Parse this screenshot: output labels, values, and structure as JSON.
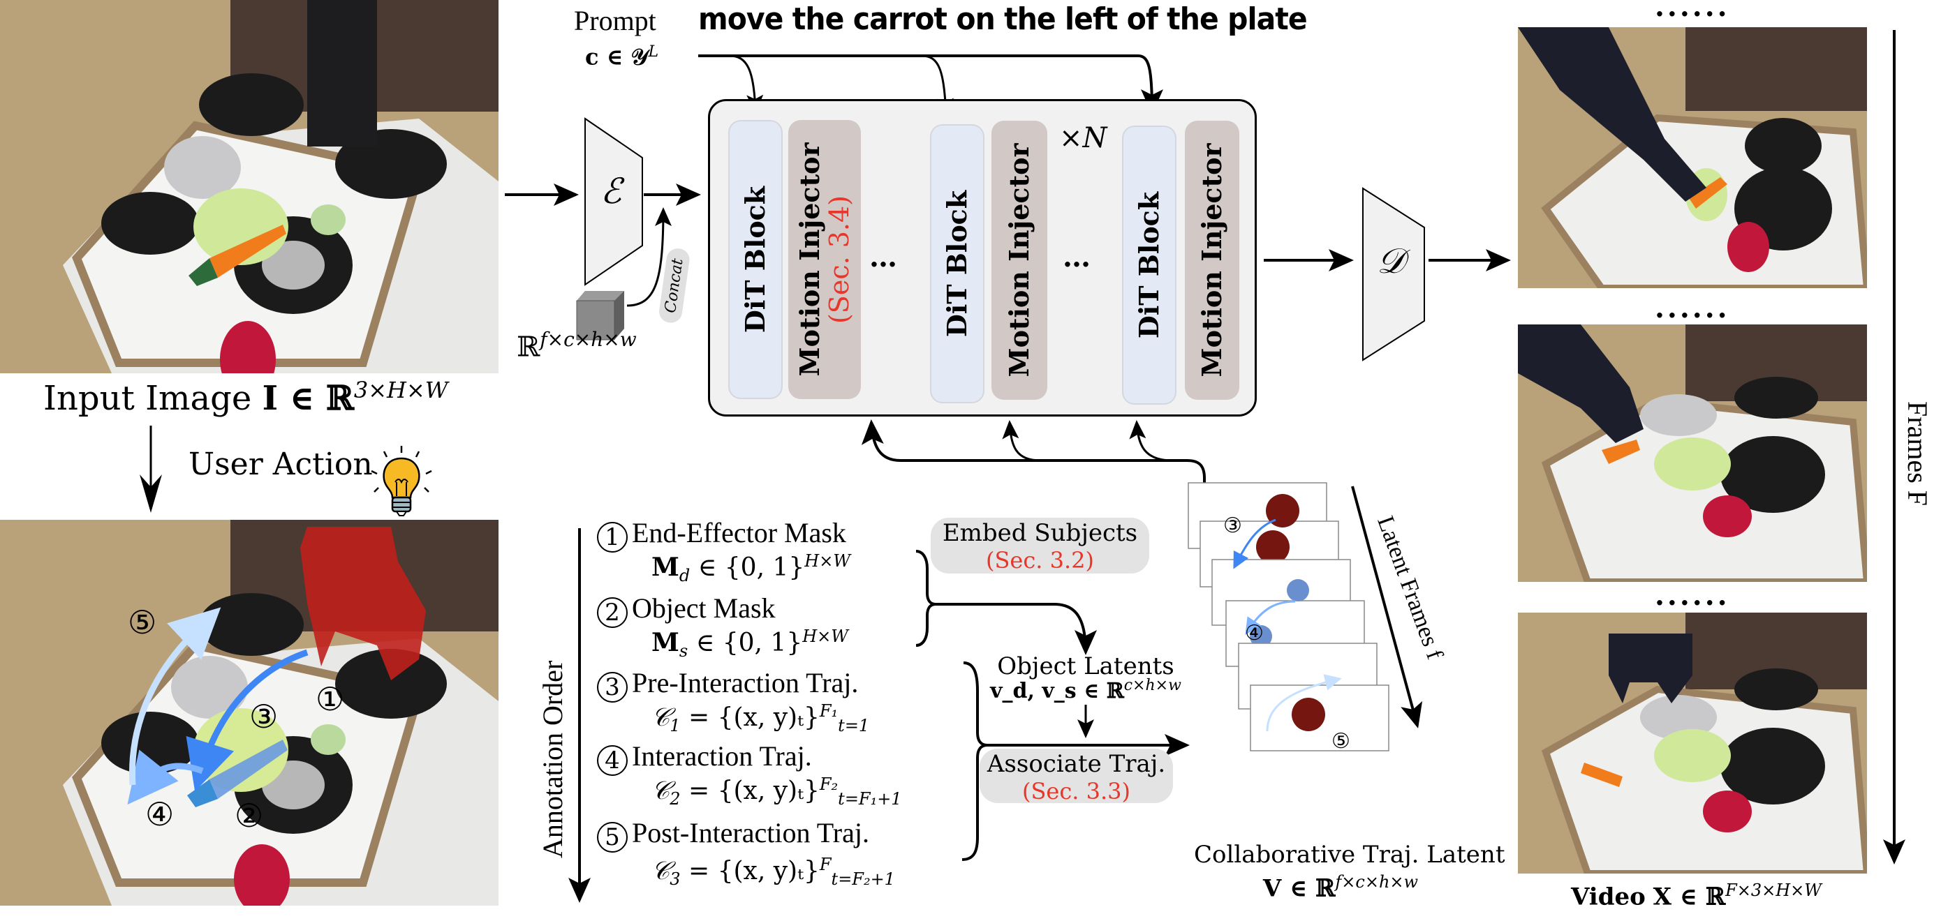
{
  "figure": {
    "input_image": {
      "label": "Input Image",
      "symbol": "I ∈ ℝ",
      "dims": "3×H×W"
    },
    "user_action": {
      "label": "User Action",
      "icon": "lightbulb-icon",
      "bulb_color": "#f7b924"
    },
    "annotated_image": {
      "markers": [
        "①",
        "②",
        "③",
        "④",
        "⑤"
      ],
      "end_effector_mask_color": "#c0201c",
      "object_mask_color": "#6a9be0",
      "traj_colors": {
        "pre_interaction": "#3f86f5",
        "interaction": "#7db3ff",
        "post_interaction": "#c6e0ff"
      }
    },
    "prompt": {
      "label": "Prompt",
      "symbol": "c ∈ 𝒴",
      "symbol_sup": "L",
      "text": "move the carrot on the left of the plate"
    },
    "encoder": {
      "symbol": "ℰ"
    },
    "decoder": {
      "symbol": "𝒟"
    },
    "noise": {
      "symbol": "ℝ",
      "dims": "f×c×h×w",
      "concat_label": "Concat"
    },
    "backbone": {
      "repeat": "×N",
      "ellipsis": "…",
      "blocks": [
        {
          "dit": "DiT Block",
          "injector": "Motion Injector",
          "ref": "(Sec. 3.4)"
        },
        {
          "dit": "DiT Block",
          "injector": "Motion Injector",
          "ref": ""
        },
        {
          "dit": "DiT Block",
          "injector": "Motion Injector",
          "ref": ""
        }
      ],
      "colors": {
        "box": "#f1f1f1",
        "dit": "#e3e9f5",
        "injector": "#d2c9c7",
        "ref": "#e8372a"
      }
    },
    "annotation_order": {
      "label": "Annotation Order",
      "items": [
        {
          "num": "1",
          "title": "End-Effector Mask",
          "math": "M",
          "sub": "d",
          "rest": " ∈ {0, 1}",
          "sup": "H×W"
        },
        {
          "num": "2",
          "title": "Object Mask",
          "math": "M",
          "sub": "s",
          "rest": " ∈ {0, 1}",
          "sup": "H×W"
        },
        {
          "num": "3",
          "title": "Pre-Interaction Traj.",
          "math": "𝒞",
          "sub": "1",
          "rest": " = {(x, y)ₜ}",
          "sup": "F₁",
          "lower": "t=1"
        },
        {
          "num": "4",
          "title": "Interaction Traj.",
          "math": "𝒞",
          "sub": "2",
          "rest": " = {(x, y)ₜ}",
          "sup": "F₂",
          "lower": "t=F₁+1"
        },
        {
          "num": "5",
          "title": "Post-Interaction Traj.",
          "math": "𝒞",
          "sub": "3",
          "rest": " = {(x, y)ₜ}",
          "sup": "F",
          "lower": "t=F₂+1"
        }
      ]
    },
    "embed_subjects": {
      "label": "Embed Subjects",
      "ref": "(Sec. 3.2)"
    },
    "object_latents": {
      "label": "Object Latents",
      "math": "v_d, v_s ∈ ℝ",
      "dims": "c×h×w"
    },
    "associate_traj": {
      "label": "Associate Traj.",
      "ref": "(Sec. 3.3)"
    },
    "latent_stack": {
      "markers": [
        "③",
        "④",
        "⑤"
      ],
      "axis_label": "Latent Frames f",
      "caption": "Collaborative Traj. Latent",
      "caption_math": "V ∈ ℝ",
      "caption_dims": "f×c×h×w",
      "dot_colors": {
        "end_effector": "#761611",
        "object": "#6a8fce"
      }
    },
    "output_video": {
      "frame_separator": "......",
      "frame_count_shown": 3,
      "label": "Video",
      "math": "X ∈ ℝ",
      "dims": "F×3×H×W",
      "axis_label": "Frames F"
    }
  }
}
